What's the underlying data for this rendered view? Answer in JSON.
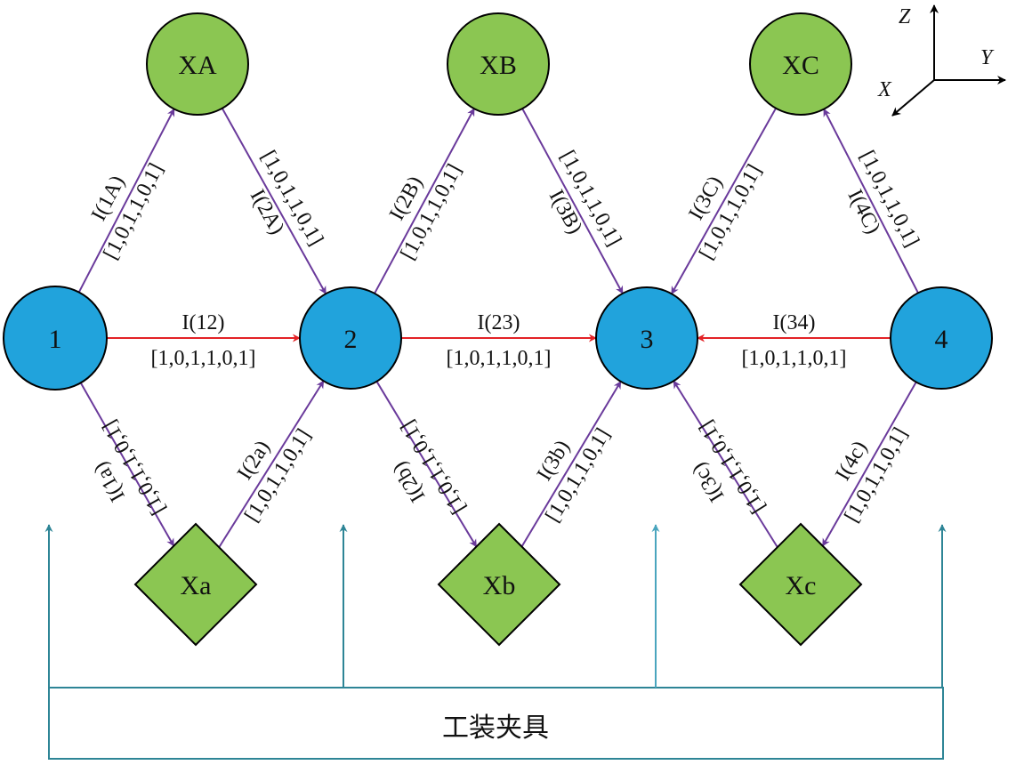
{
  "colors": {
    "station_node": "#21a3dc",
    "fixture_node": "#8bc652",
    "node_stroke": "#000000",
    "main_flow_edge": "#e32226",
    "fixture_edge": "#6a3a9b",
    "support_arrow": "#2e8596",
    "support_arrow_light": "#4aa5be"
  },
  "nodes": {
    "n1": {
      "label": "1",
      "type": "station"
    },
    "n2": {
      "label": "2",
      "type": "station"
    },
    "n3": {
      "label": "3",
      "type": "station"
    },
    "n4": {
      "label": "4",
      "type": "station"
    },
    "XA": {
      "label": "XA",
      "type": "fixture-top"
    },
    "XB": {
      "label": "XB",
      "type": "fixture-top"
    },
    "XC": {
      "label": "XC",
      "type": "fixture-top"
    },
    "Xa": {
      "label": "Xa",
      "type": "fixture-bottom"
    },
    "Xb": {
      "label": "Xb",
      "type": "fixture-bottom"
    },
    "Xc": {
      "label": "Xc",
      "type": "fixture-bottom"
    }
  },
  "edges": [
    {
      "id": "I12",
      "from": "n1",
      "to": "n2",
      "name": "I(12)",
      "vector": "[1,0,1,1,0,1]",
      "kind": "main"
    },
    {
      "id": "I23",
      "from": "n2",
      "to": "n3",
      "name": "I(23)",
      "vector": "[1,0,1,1,0,1]",
      "kind": "main"
    },
    {
      "id": "I34",
      "from": "n4",
      "to": "n3",
      "name": "I(34)",
      "vector": "[1,0,1,1,0,1]",
      "kind": "main"
    },
    {
      "id": "I1A",
      "from": "n1",
      "to": "XA",
      "name": "I(1A)",
      "vector": "[1,0,1,1,0,1]",
      "kind": "fixture"
    },
    {
      "id": "I2A",
      "from": "XA",
      "to": "n2",
      "name": "I(2A)",
      "vector": "[1,0,1,1,0,1]",
      "kind": "fixture"
    },
    {
      "id": "I2B",
      "from": "n2",
      "to": "XB",
      "name": "I(2B)",
      "vector": "[1,0,1,1,0,1]",
      "kind": "fixture"
    },
    {
      "id": "I3B",
      "from": "XB",
      "to": "n3",
      "name": "I(3B)",
      "vector": "[1,0,1,1,0,1]",
      "kind": "fixture"
    },
    {
      "id": "I3C",
      "from": "XC",
      "to": "n3",
      "name": "I(3C)",
      "vector": "[1,0,1,1,0,1]",
      "kind": "fixture"
    },
    {
      "id": "I4C",
      "from": "n4",
      "to": "XC",
      "name": "I(4C)",
      "vector": "[1,0,1,1,0,1]",
      "kind": "fixture"
    },
    {
      "id": "I1a",
      "from": "n1",
      "to": "Xa",
      "name": "I(1a)",
      "vector": "[1,0,1,1,0,1]",
      "kind": "fixture"
    },
    {
      "id": "I2a",
      "from": "Xa",
      "to": "n2",
      "name": "I(2a)",
      "vector": "[1,0,1,1,0,1]",
      "kind": "fixture"
    },
    {
      "id": "I2b",
      "from": "n2",
      "to": "Xb",
      "name": "I(2b)",
      "vector": "[1,0,1,1,0,1]",
      "kind": "fixture"
    },
    {
      "id": "I3b",
      "from": "Xb",
      "to": "n3",
      "name": "I(3b)",
      "vector": "[1,0,1,1,0,1]",
      "kind": "fixture"
    },
    {
      "id": "I3c",
      "from": "Xc",
      "to": "n3",
      "name": "I(3c)",
      "vector": "[1,0,1,1,0,1]",
      "kind": "fixture"
    },
    {
      "id": "I4c",
      "from": "n4",
      "to": "Xc",
      "name": "I(4c)",
      "vector": "[1,0,1,1,0,1]",
      "kind": "fixture"
    }
  ],
  "axes": {
    "z": "Z",
    "y": "Y",
    "x": "X"
  },
  "fixture_base": {
    "label": "工装夹具"
  }
}
